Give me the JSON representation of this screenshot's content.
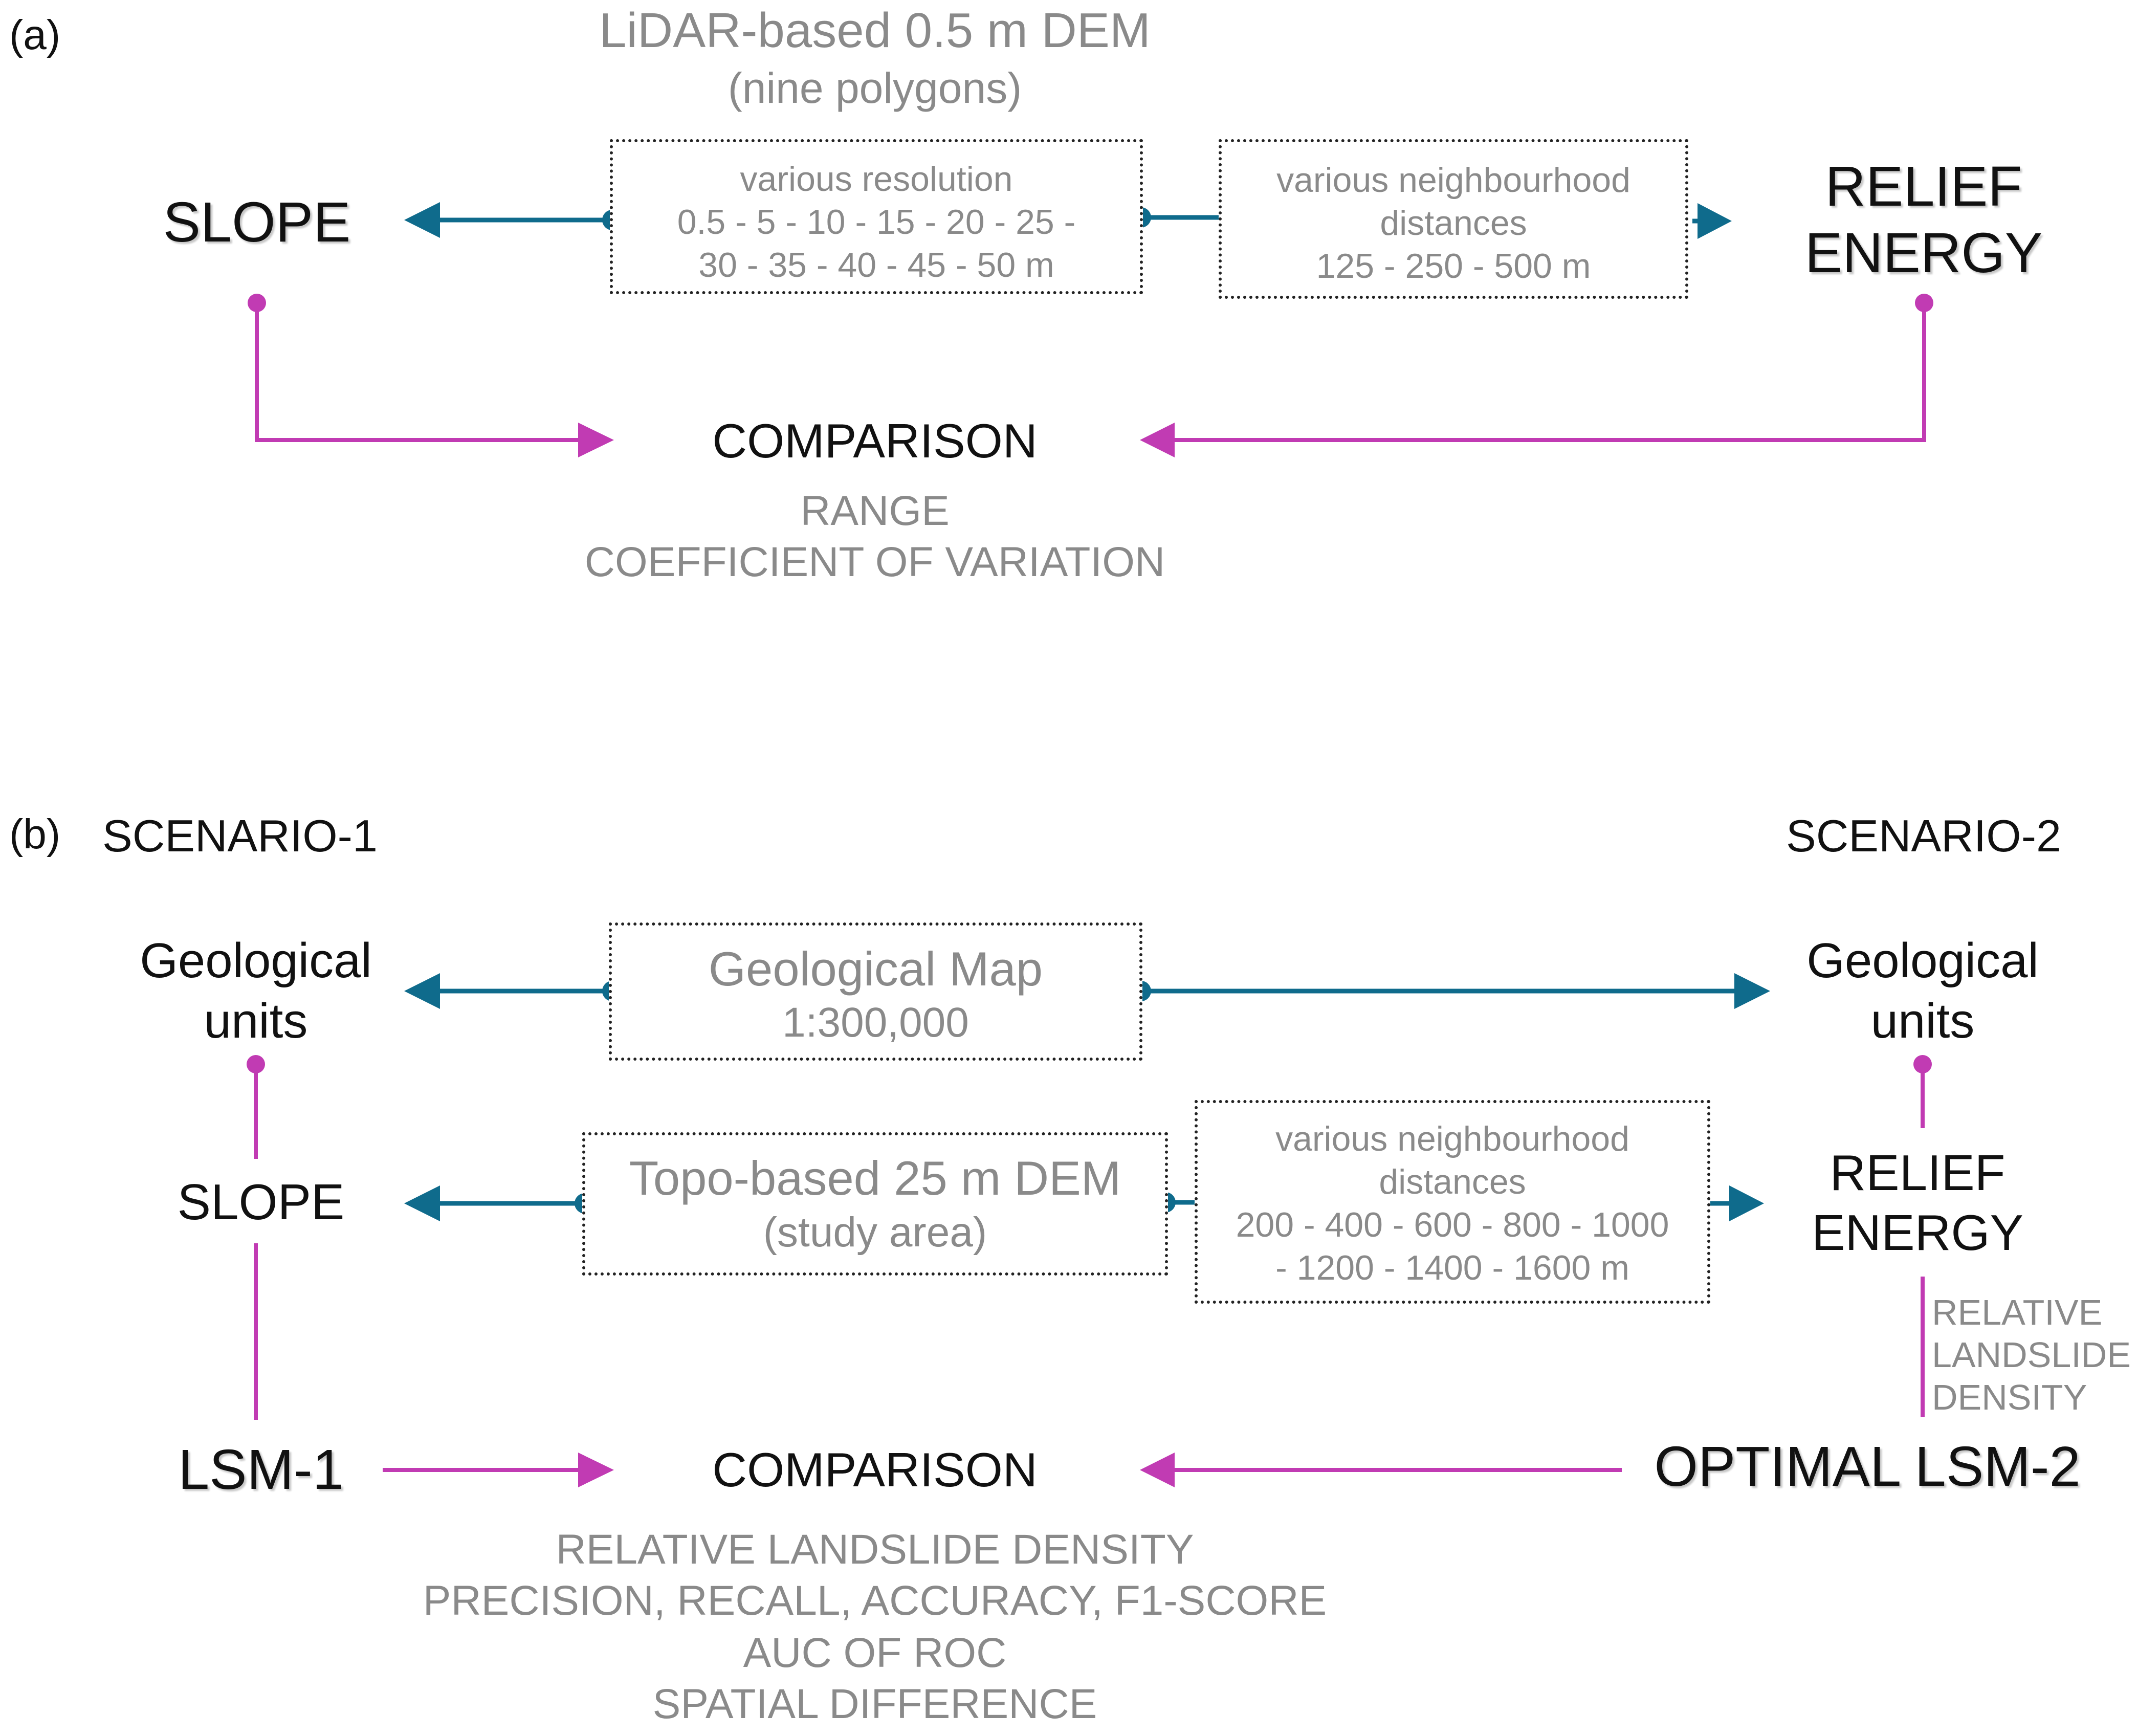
{
  "colors": {
    "teal": "#0f6b8c",
    "magenta": "#c13bb3",
    "gray_text": "#8a8a8a",
    "black_text": "#111111",
    "box_border": "#222222"
  },
  "panel_a": {
    "label": "(a)",
    "source_title": "LiDAR-based 0.5 m DEM",
    "source_subtitle": "(nine polygons)",
    "resolution_box": {
      "line1": "various resolution",
      "line2": "0.5 - 5 - 10 - 15 - 20 - 25 -",
      "line3": "30 - 35 - 40 - 45 - 50 m"
    },
    "neighbourhood_box": {
      "line1": "various neighbourhood",
      "line2": "distances",
      "line3": "125 - 250 - 500 m"
    },
    "slope": "SLOPE",
    "relief_line1": "RELIEF",
    "relief_line2": "ENERGY",
    "comparison": "COMPARISON",
    "metric1": "RANGE",
    "metric2": "COEFFICIENT  OF VARIATION"
  },
  "panel_b": {
    "label": "(b)",
    "scenario1": "SCENARIO-1",
    "scenario2": "SCENARIO-2",
    "geo_left_line1": "Geological",
    "geo_left_line2": "units",
    "geo_right_line1": "Geological",
    "geo_right_line2": "units",
    "geomap_box": {
      "line1": "Geological Map",
      "line2": "1:300,000"
    },
    "slope": "SLOPE",
    "topo_box": {
      "line1_a": "Topo-based ",
      "line1_b": "25 m DEM",
      "line2": "(study area)"
    },
    "neighbourhood_box": {
      "line1": "various neighbourhood",
      "line2": "distances",
      "line3": "200 - 400 - 600 - 800 - 1000",
      "line4": "- 1200 - 1400 - 1600 m"
    },
    "relief_line1": "RELIEF",
    "relief_line2": "ENERGY",
    "rld_line1": "RELATIVE",
    "rld_line2": "LANDSLIDE",
    "rld_line3": "DENSITY",
    "lsm1": "LSM-1",
    "lsm2": "OPTIMAL LSM-2",
    "comparison": "COMPARISON",
    "metric1": "RELATIVE LANDSLIDE DENSITY",
    "metric2": "PRECISION,  RECALL, ACCURACY, F1-SCORE",
    "metric3": "AUC OF ROC",
    "metric4": "SPATIAL DIFFERENCE"
  }
}
